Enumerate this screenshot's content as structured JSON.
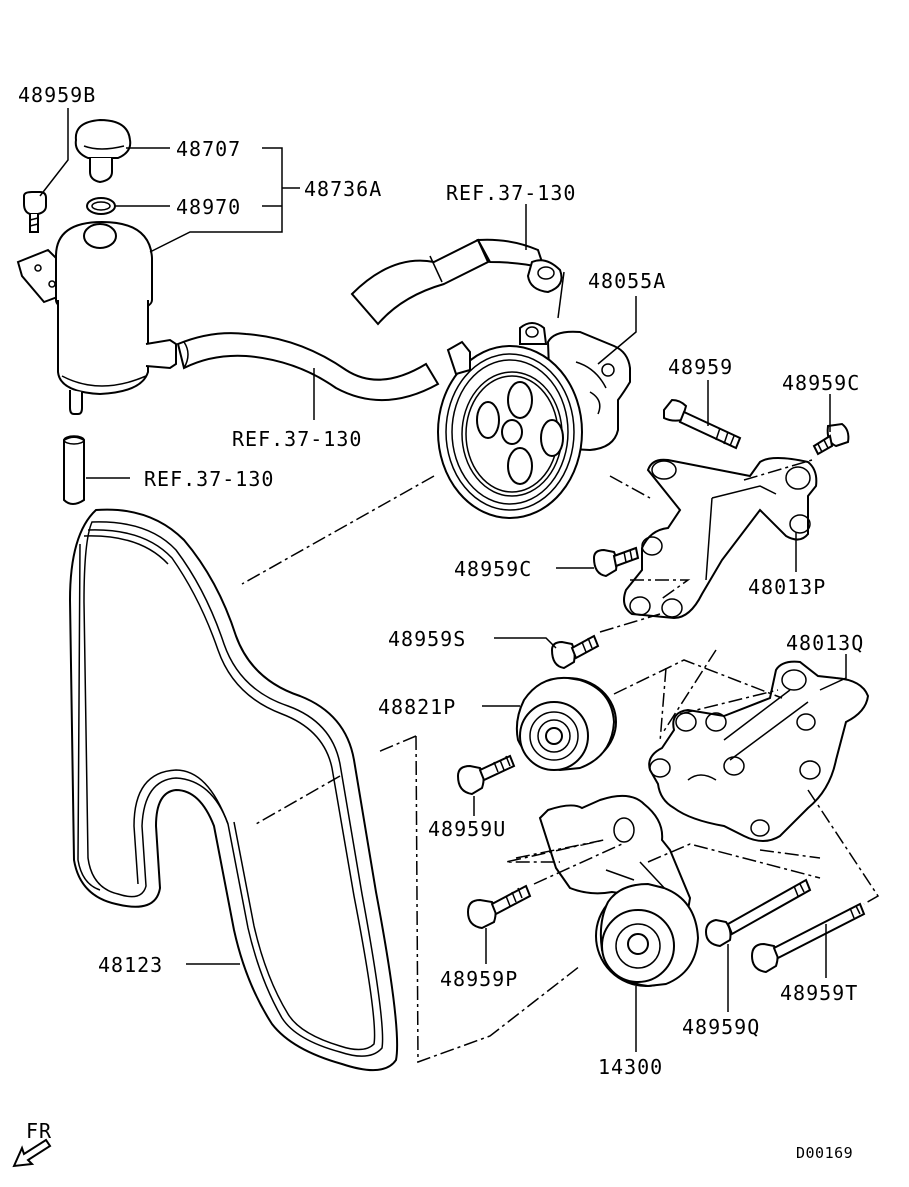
{
  "diagram": {
    "callouts": {
      "p48959B": "48959B",
      "p48707": "48707",
      "p48970": "48970",
      "p48736A": "48736A",
      "ref_top": "REF.37-130",
      "p48055A": "48055A",
      "ref_mid": "REF.37-130",
      "ref_low": "REF.37-130",
      "p48959": "48959",
      "p48959C_right": "48959C",
      "p48959C_left": "48959C",
      "p48013P": "48013P",
      "p48959S": "48959S",
      "p48013Q": "48013Q",
      "p48821P": "48821P",
      "p48959U": "48959U",
      "p48123": "48123",
      "p48959P": "48959P",
      "p14300": "14300",
      "p48959Q": "48959Q",
      "p48959T": "48959T"
    },
    "direction": "FR",
    "code": "D00169"
  }
}
